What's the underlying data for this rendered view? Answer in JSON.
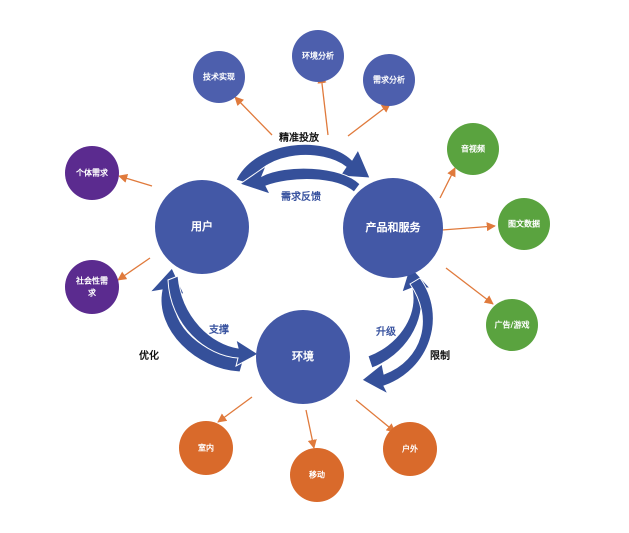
{
  "colors": {
    "core": "#4358a6",
    "core_arrow": "#35509a",
    "blue_node": "#4d5fad",
    "purple_node": "#5b2b8f",
    "green_node": "#5aa33f",
    "orange_node": "#d96a2b",
    "connector": "#e07a3c",
    "dark_label": "#111111",
    "blue_label": "#3a54a0"
  },
  "core": {
    "user": "用户",
    "product": "产品和服务",
    "environment": "环境"
  },
  "satellites": {
    "tech": "技术实现",
    "env_analysis": "环境分析",
    "demand_analysis": "需求分析",
    "personal_needs": "个体需求",
    "social_needs_line1": "社会性需",
    "social_needs_line2": "求",
    "audio_video": "音视频",
    "image_text": "图文数据",
    "ads_games": "广告/游戏",
    "indoor": "室内",
    "mobile": "移动",
    "outdoor": "户外"
  },
  "relations": {
    "precise_delivery": "精准投放",
    "demand_feedback": "需求反馈",
    "support": "支撑",
    "optimize": "优化",
    "upgrade": "升级",
    "restrict": "限制"
  }
}
